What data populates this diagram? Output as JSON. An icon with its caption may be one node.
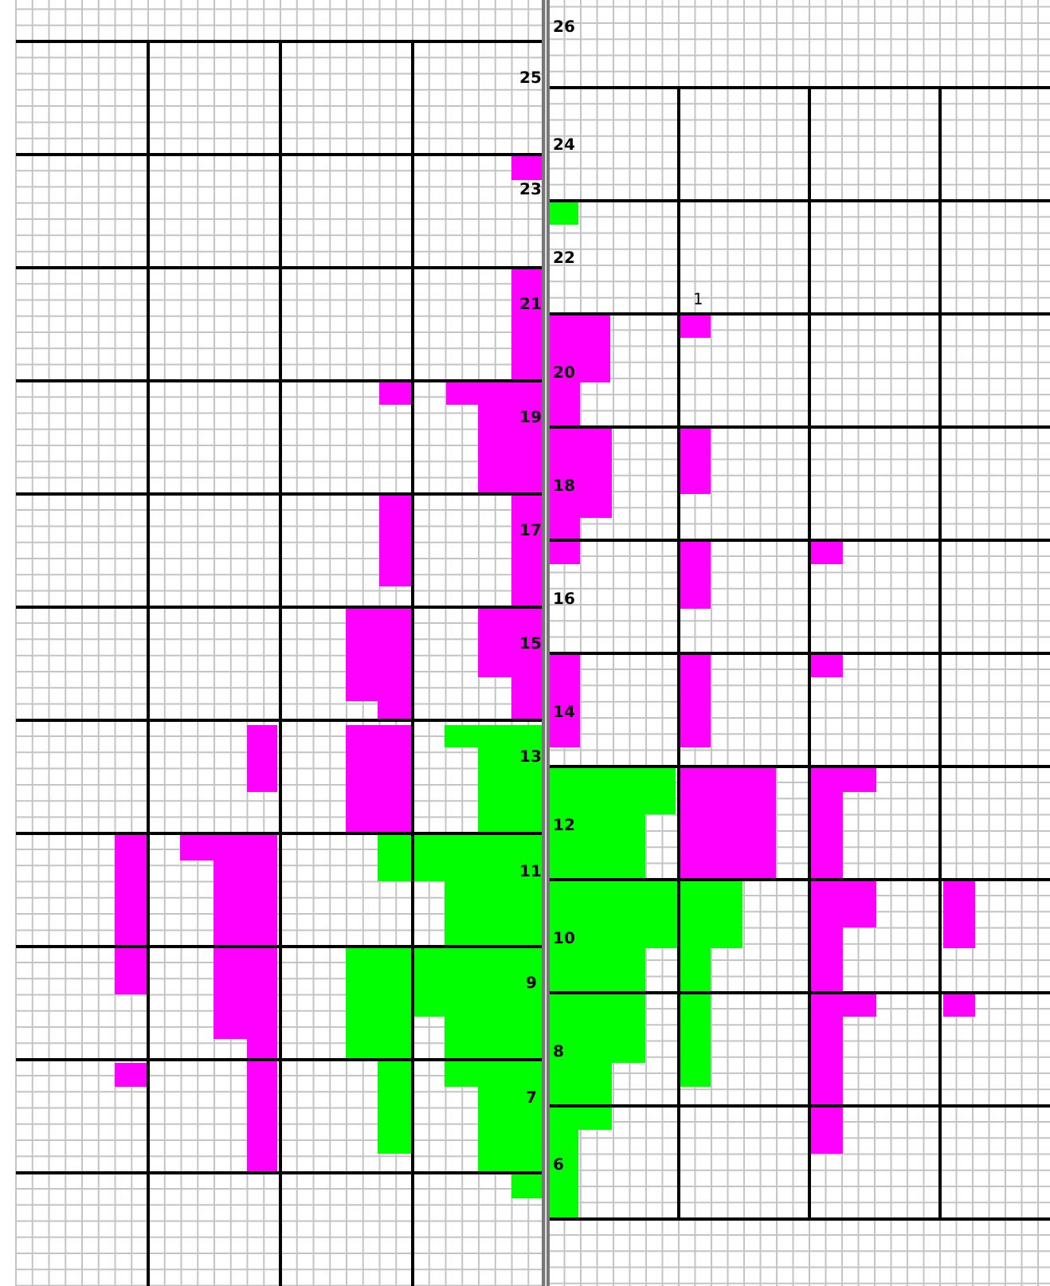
{
  "diagram": {
    "labels": [
      "26",
      "25",
      "24",
      "23",
      "22",
      "21",
      "1",
      "20",
      "19",
      "18",
      "17",
      "16",
      "15",
      "14",
      "13",
      "12",
      "11",
      "10",
      "9",
      "8",
      "7",
      "6"
    ]
  }
}
